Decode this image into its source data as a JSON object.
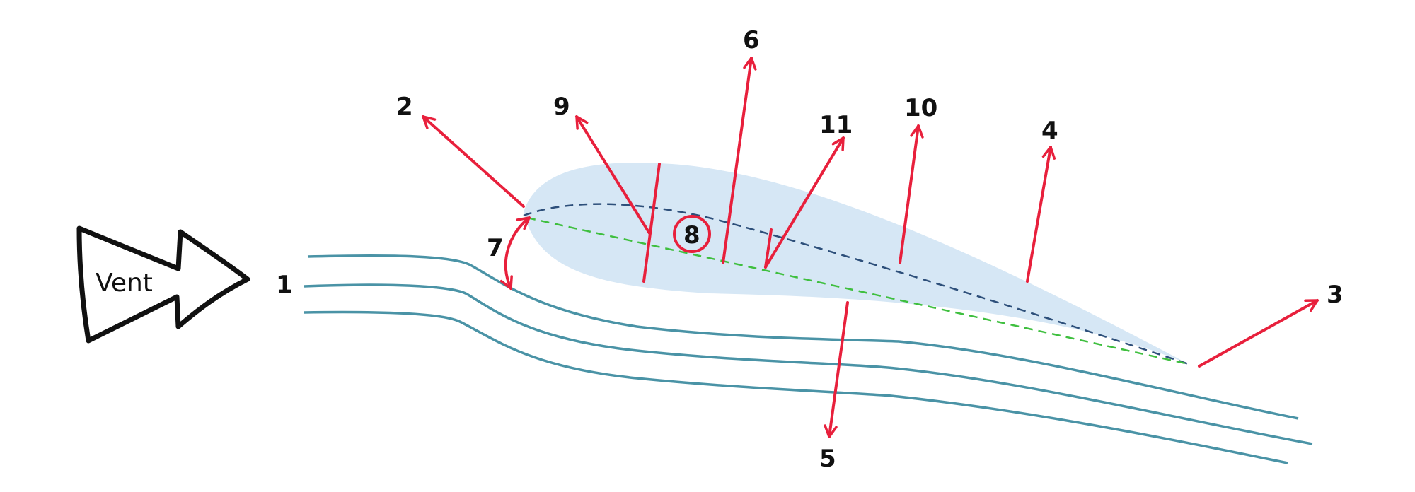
{
  "diagram": {
    "vent_label": "Vent",
    "labels": {
      "l1": "1",
      "l2": "2",
      "l3": "3",
      "l4": "4",
      "l5": "5",
      "l6": "6",
      "l7": "7",
      "l8": "8",
      "l9": "9",
      "l10": "10",
      "l11": "11"
    },
    "colors": {
      "airfoil_fill": "#d6e7f5",
      "arrow": "#e8203c",
      "streamline": "#4a93a6",
      "camber_line": "#2d4f7a",
      "chord_line": "#3fbf3f",
      "outline": "#111111"
    }
  }
}
